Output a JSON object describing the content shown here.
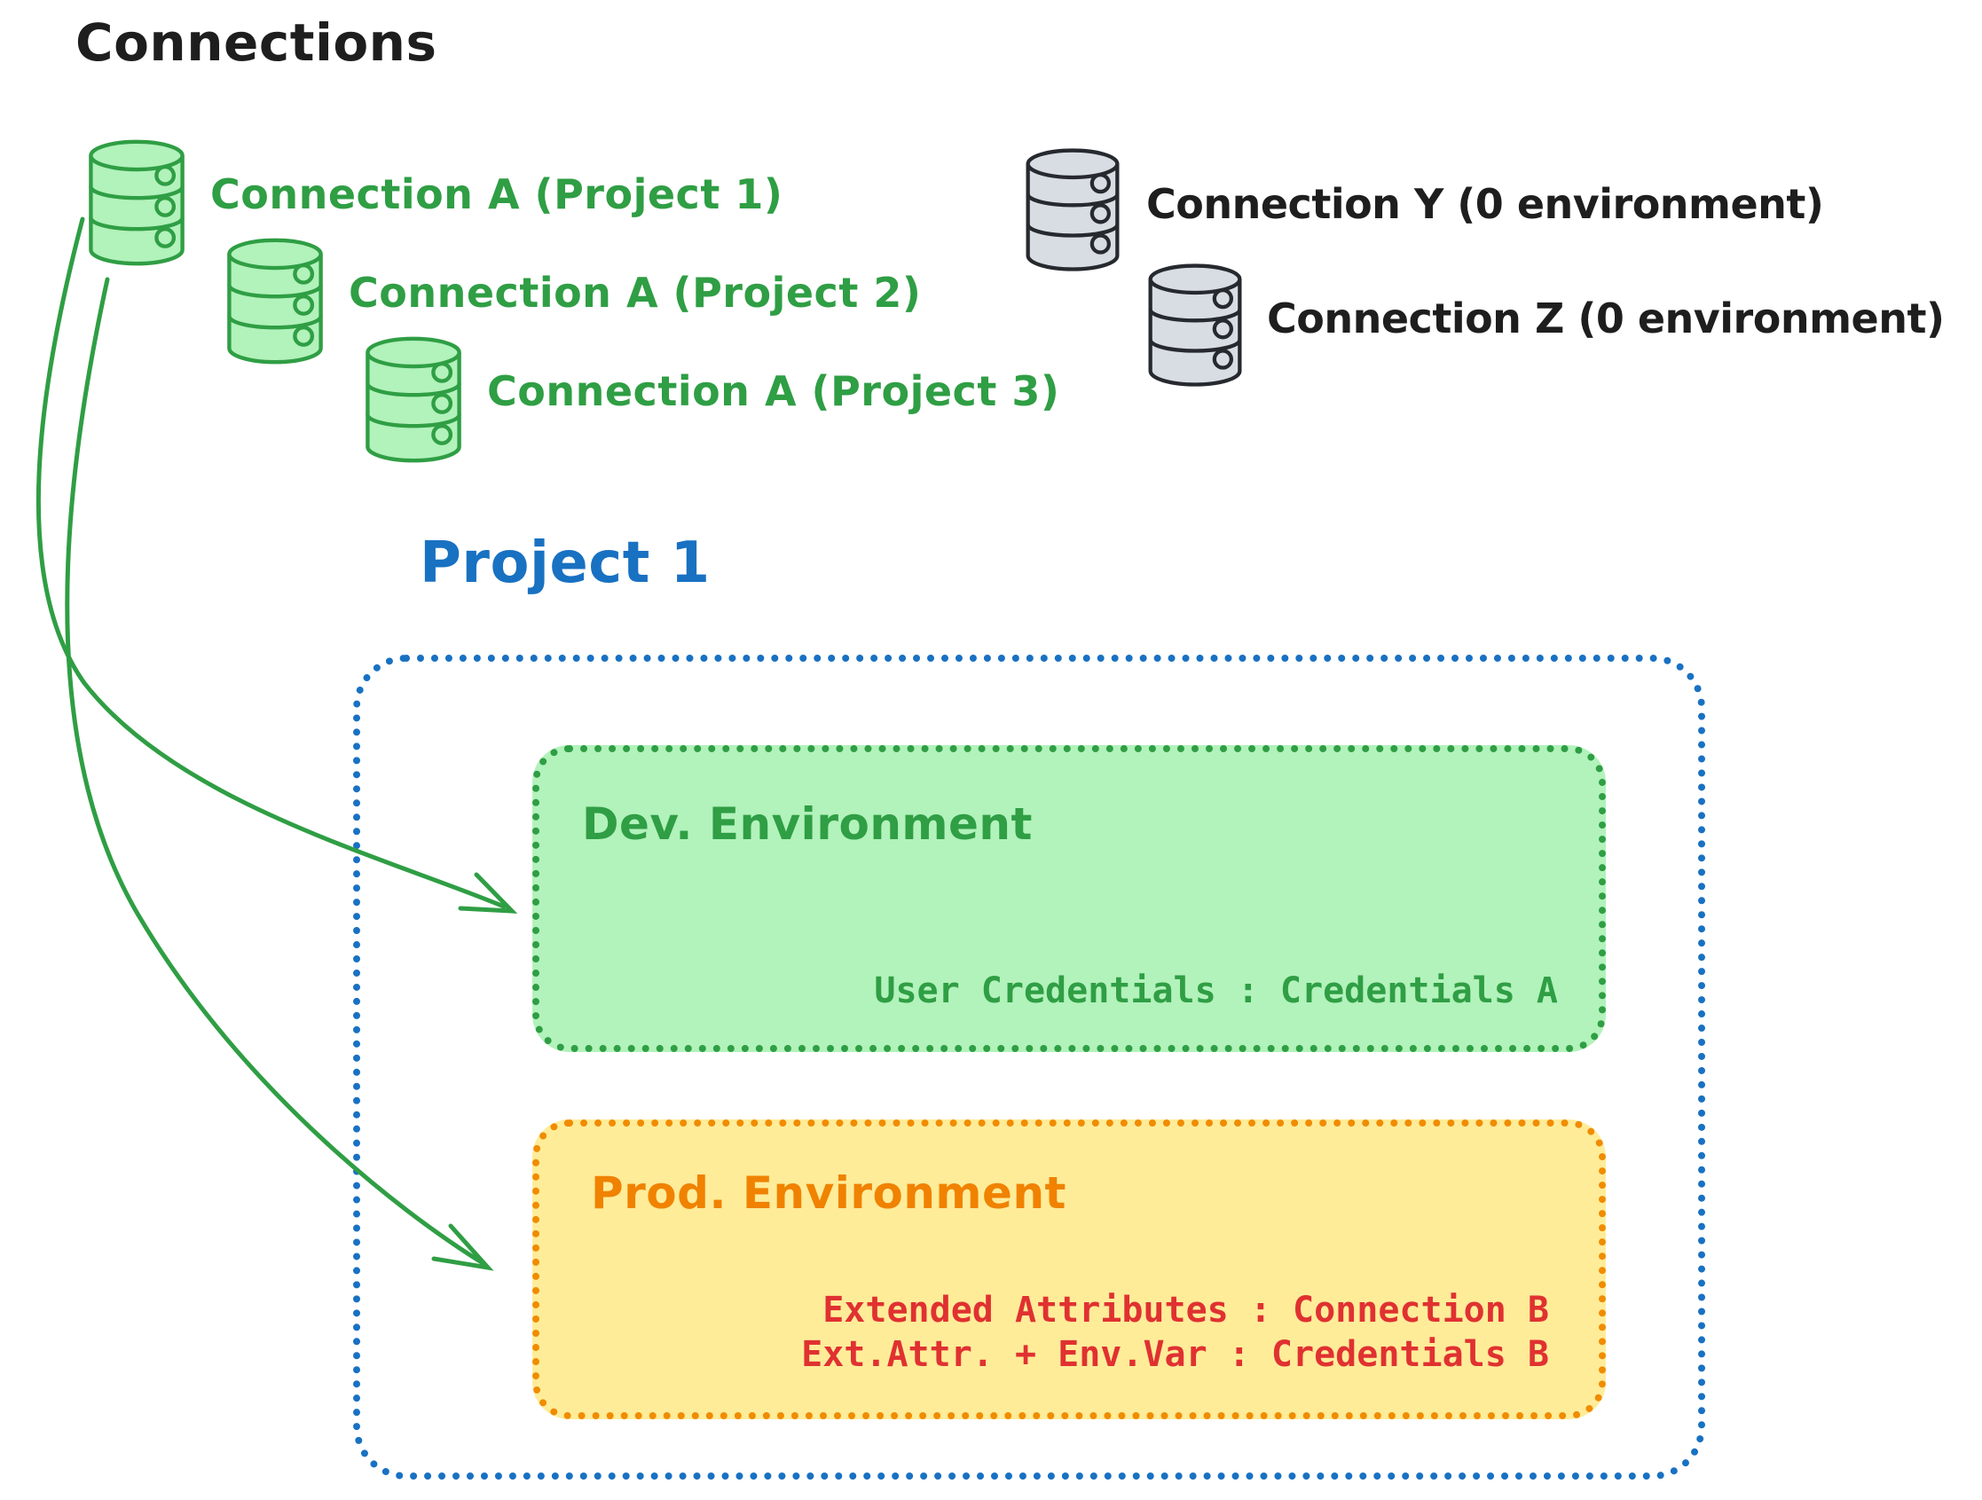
{
  "title": "Connections",
  "colors": {
    "green_stroke": "#2f9e44",
    "green_fill": "#b2f2bb",
    "gray_stroke": "#26292e",
    "gray_fill": "#d8dde3",
    "blue": "#1971c2",
    "orange_border": "#f08c00",
    "orange_fill": "#ffec99",
    "orange_text": "#f08200",
    "red_text": "#e03131",
    "black_text": "#1e1e1e"
  },
  "connections": {
    "project_scoped": [
      {
        "label": "Connection A (Project 1)"
      },
      {
        "label": "Connection A (Project 2)"
      },
      {
        "label": "Connection A (Project 3)"
      }
    ],
    "unassigned": [
      {
        "label": "Connection Y (0 environment)"
      },
      {
        "label": "Connection Z (0 environment)"
      }
    ]
  },
  "project": {
    "title": "Project 1",
    "environments": {
      "dev": {
        "name": "Dev. Environment",
        "mapping": "User Credentials : Credentials A"
      },
      "prod": {
        "name": "Prod. Environment",
        "mappings": [
          "Extended Attributes : Connection B",
          "Ext.Attr. + Env.Var : Credentials B"
        ]
      }
    }
  }
}
